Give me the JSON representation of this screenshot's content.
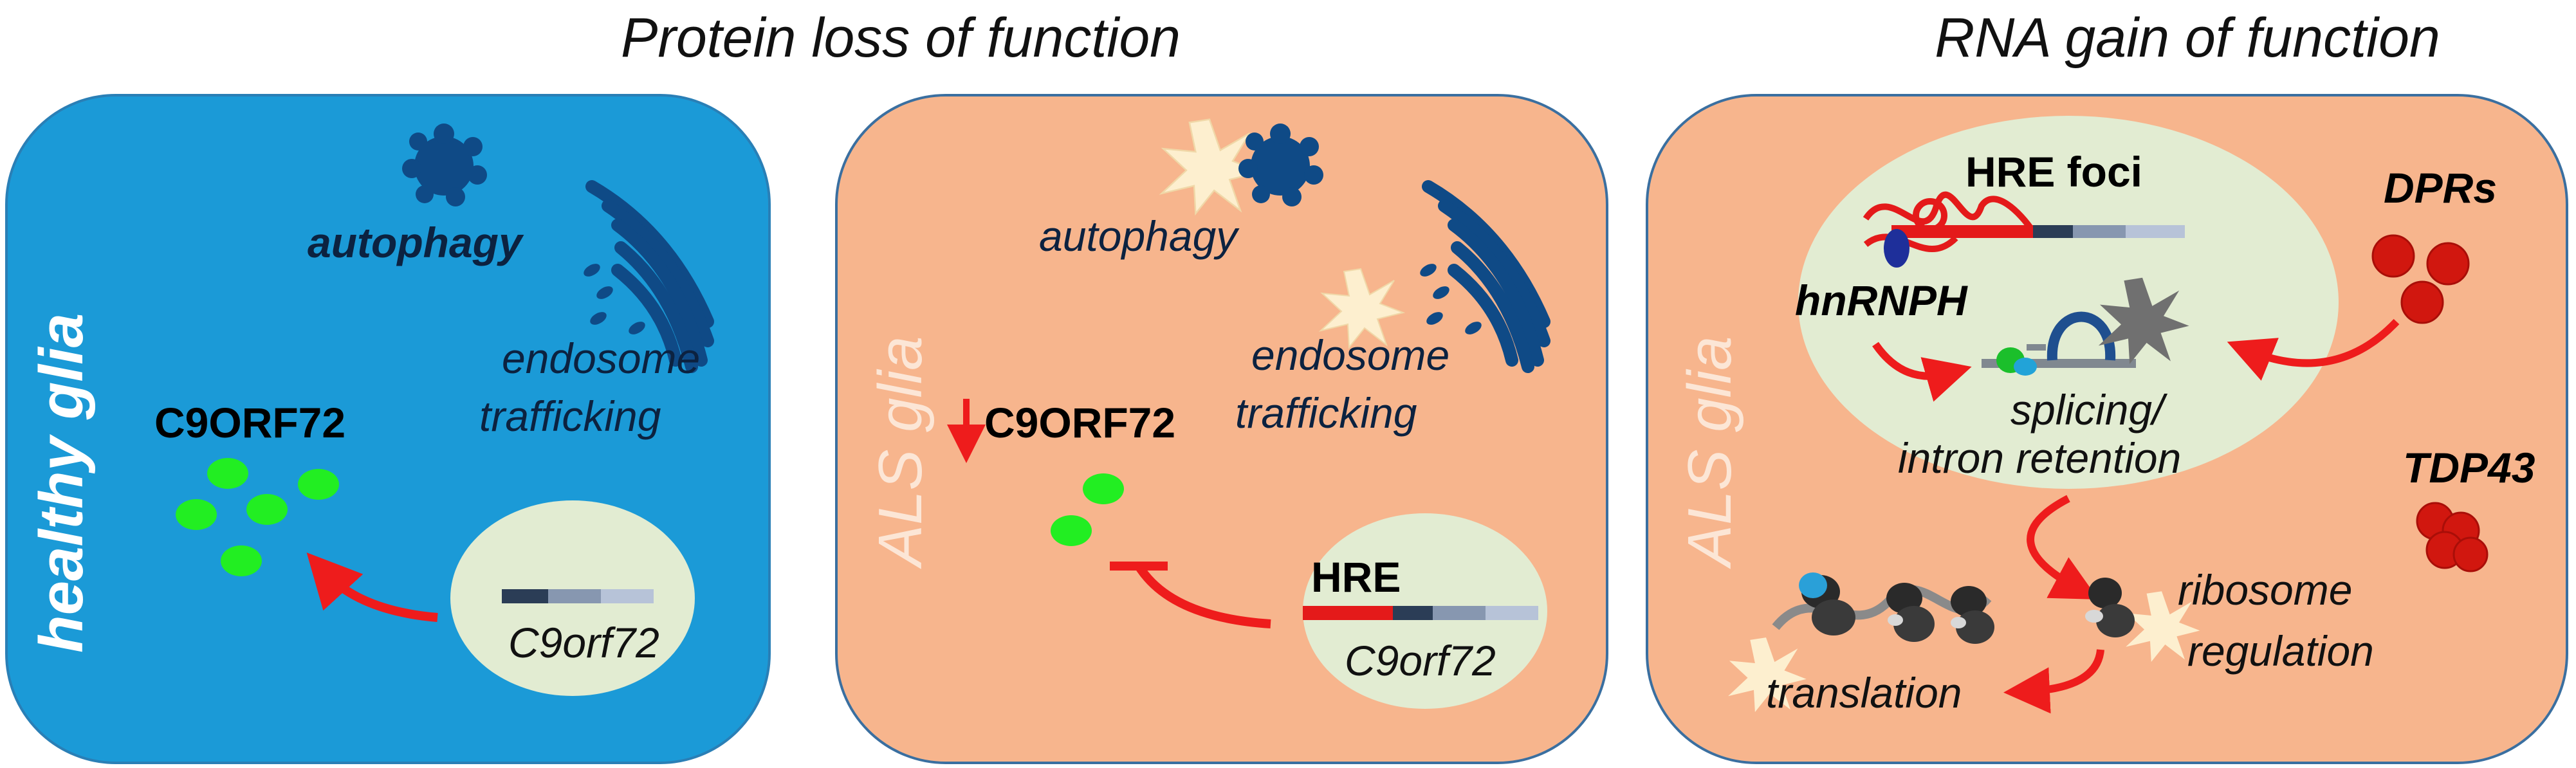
{
  "titles": {
    "loss": "Protein loss of function",
    "gain": "RNA gain of function"
  },
  "healthy_panel": {
    "side_label": "healthy glia",
    "autophagy": "autophagy",
    "endosome_line1": "endosome",
    "endosome_line2": "trafficking",
    "protein": "C9ORF72",
    "gene": "C9orf72"
  },
  "loss_panel": {
    "side_label": "ALS glia",
    "autophagy": "autophagy",
    "endosome_line1": "endosome",
    "endosome_line2": "trafficking",
    "protein": "C9ORF72",
    "hre": "HRE",
    "gene": "C9orf72"
  },
  "gain_panel": {
    "side_label": "ALS glia",
    "foci": "HRE foci",
    "hnrnph": "hnRNPH",
    "splicing_line1": "splicing/",
    "splicing_line2": "intron retention",
    "dprs": "DPRs",
    "tdp43": "TDP43",
    "ribosome_line1": "ribosome",
    "ribosome_line2": "regulation",
    "translation": "translation"
  },
  "colors": {
    "healthy_bg": "#1b9ad7",
    "als_bg": "#f7b58d",
    "nucleus": "#e2ecd2",
    "arrow": "#ee1c1c",
    "dark_blue": "#0f4a86",
    "green_protein": "#22ee22",
    "dpr_red": "#d1170f",
    "star_fill": "#fdefcf"
  }
}
